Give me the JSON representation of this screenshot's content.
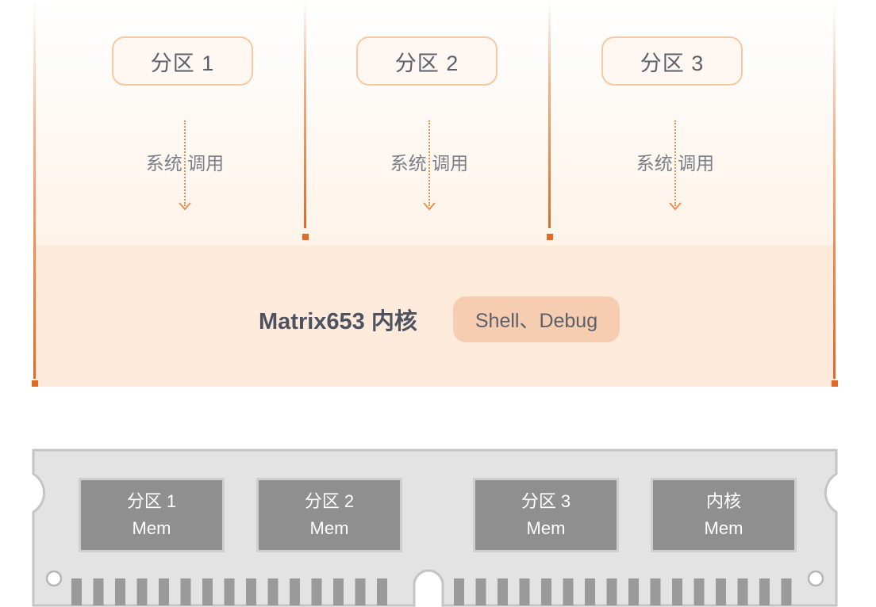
{
  "partitions": [
    {
      "label": "分区 1"
    },
    {
      "label": "分区 2"
    },
    {
      "label": "分区 3"
    }
  ],
  "syscall_label": "系统 调用",
  "kernel": {
    "title": "Matrix653 内核",
    "badge": "Shell、Debug"
  },
  "memory": {
    "chips": [
      {
        "name": "分区 1",
        "sub": "Mem"
      },
      {
        "name": "分区 2",
        "sub": "Mem"
      },
      {
        "name": "分区 3",
        "sub": "Mem"
      },
      {
        "name": "内核",
        "sub": "Mem"
      }
    ]
  },
  "colors": {
    "accent_orange": "#e06a26",
    "pill_border": "#f6c9a2",
    "kernel_band": "#fdeadb",
    "badge": "#f6cdb0",
    "chip_gray": "#8f8f8f",
    "stick_gray": "#e3e3e3"
  }
}
